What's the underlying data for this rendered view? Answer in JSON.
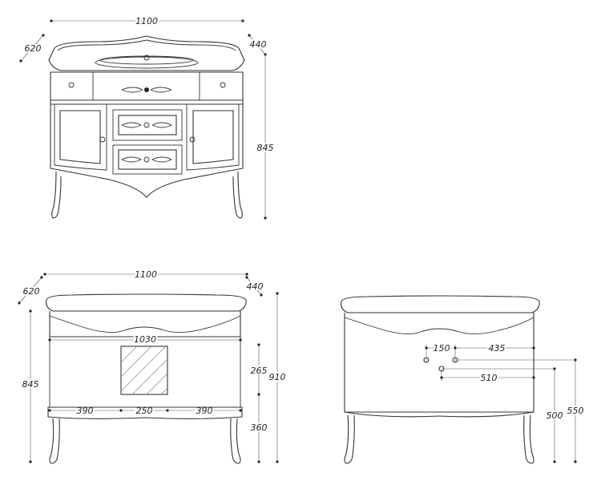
{
  "front_view": {
    "width": "1100",
    "depth_outer": "620",
    "depth_inner": "440",
    "height": "845"
  },
  "back_view": {
    "width": "1100",
    "depth_outer": "620",
    "depth_inner": "440",
    "height_top": "845",
    "height_total": "910",
    "inner_width": "1030",
    "left_segment": "390",
    "center_segment": "250",
    "right_segment": "390",
    "upper_height": "265",
    "lower_height": "360"
  },
  "side_view": {
    "offset_small": "150",
    "offset_right": "435",
    "offset_mid": "510",
    "height_500": "500",
    "height_550": "550"
  }
}
